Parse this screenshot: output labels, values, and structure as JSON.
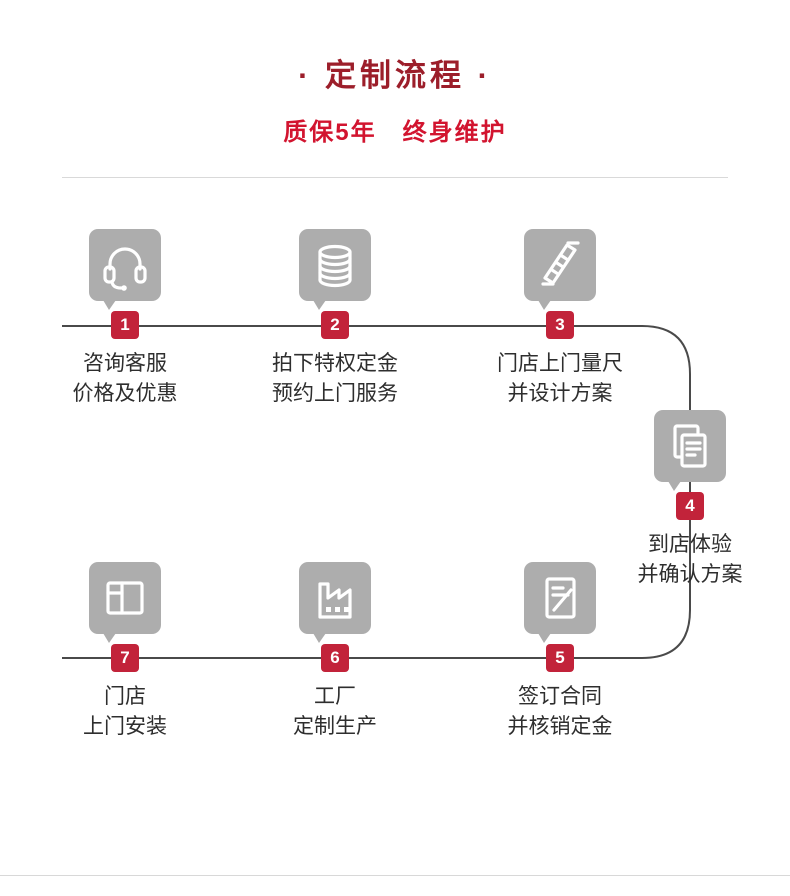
{
  "header": {
    "title": "· 定制流程 ·",
    "subtitle": "质保5年　终身维护"
  },
  "colors": {
    "title_dark_red": "#9C1E2A",
    "subtitle_red": "#D2142F",
    "badge_red": "#C2233A",
    "icon_gray": "#ADADAD",
    "flow_line_gray": "#4A4A4A",
    "label_text": "#2E2E2E"
  },
  "steps": [
    {
      "num": "1",
      "icon": "headset-icon",
      "line1": "咨询客服",
      "line2": "价格及优惠"
    },
    {
      "num": "2",
      "icon": "coins-icon",
      "line1": "拍下特权定金",
      "line2": "预约上门服务"
    },
    {
      "num": "3",
      "icon": "ruler-icon",
      "line1": "门店上门量尺",
      "line2": "并设计方案"
    },
    {
      "num": "4",
      "icon": "documents-icon",
      "line1": "到店体验",
      "line2": "并确认方案"
    },
    {
      "num": "5",
      "icon": "contract-icon",
      "line1": "签订合同",
      "line2": "并核销定金"
    },
    {
      "num": "6",
      "icon": "factory-icon",
      "line1": "工厂",
      "line2": "定制生产"
    },
    {
      "num": "7",
      "icon": "panels-icon",
      "line1": "门店",
      "line2": "上门安装"
    }
  ]
}
